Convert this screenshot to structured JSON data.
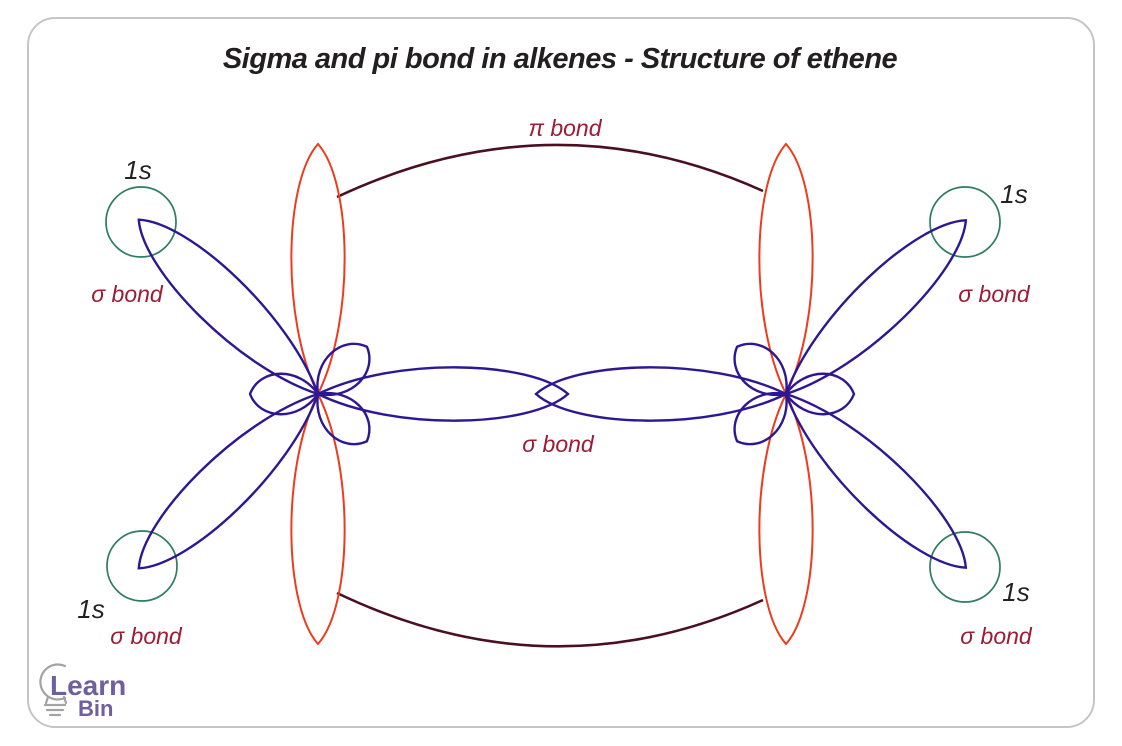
{
  "title": "Sigma and pi bond in alkenes - Structure of ethene",
  "labels": {
    "pi_bond": "π bond",
    "sigma_bond_center": "σ bond",
    "sigma_bond_top_left": "σ bond",
    "sigma_bond_top_right": "σ bond",
    "sigma_bond_bottom_left": "σ bond",
    "sigma_bond_bottom_right": "σ bond",
    "s_orbital_top_left": "1s",
    "s_orbital_top_right": "1s",
    "s_orbital_bottom_left": "1s",
    "s_orbital_bottom_right": "1s"
  },
  "logo": {
    "icon": "lightbulb-icon",
    "learn": "Learn",
    "bin": "Bin"
  },
  "colors": {
    "p_orbital_red": "#ee3b1b",
    "hybrid_orbital_blue": "#2e1792",
    "pi_bond_curve_maroon": "#4a1020",
    "bond_label_crimson": "#9e1b33",
    "s_circle_teal": "#2e7d64",
    "title_text": "#231f20",
    "s_label_dark": "#232323",
    "border_gray": "#c5c5c5",
    "logo_purple": "#6e5fa0",
    "logo_bulb_gray": "#a3a3a3"
  }
}
